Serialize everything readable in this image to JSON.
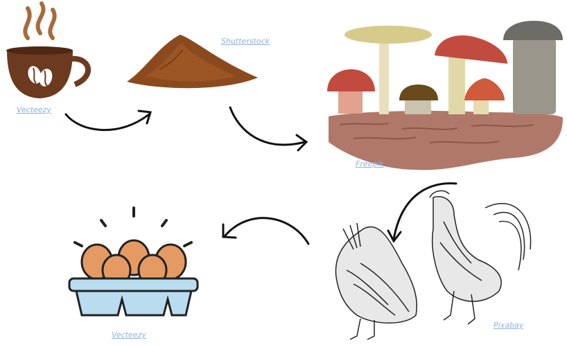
{
  "credits": {
    "coffee": "Vecteezy",
    "grounds": "Shutterstock",
    "mushrooms": "Freepik",
    "chickens": "Pixabay",
    "eggs": "Vecteezy"
  },
  "colors": {
    "coffee_cup": "#6b3a1f",
    "coffee_steam": "#a86a3c",
    "grounds": "#8a4a1e",
    "soil": "#b07868",
    "mushroom_red": "#c24b3f",
    "mushroom_olive": "#d6cb8a",
    "egg": "#e59a64",
    "carton": "#b9dcef",
    "credit_link": "#8fb0de",
    "arrow": "#111111"
  },
  "icons": [
    "coffee-cup-icon",
    "coffee-grounds-icon",
    "mushrooms-icon",
    "chickens-icon",
    "egg-carton-icon"
  ]
}
